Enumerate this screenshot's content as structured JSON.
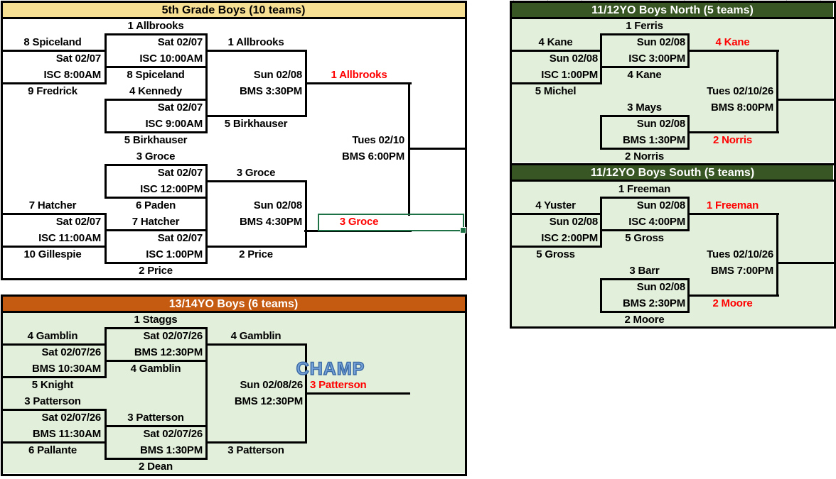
{
  "titles": {
    "g5": "5th Grade Boys (10 teams)",
    "b1314": "13/14YO Boys (6 teams)",
    "n1112": "11/12YO Boys North (5 teams)",
    "s1112": "11/12YO Boys South (5 teams)"
  },
  "g5": {
    "play_in_top": {
      "team1": "8 Spiceland",
      "date": "Sat 02/07",
      "time": "ISC 8:00AM",
      "team2": "9 Fredrick"
    },
    "qf1": {
      "team1": "1 Allbrooks",
      "date": "Sat 02/07",
      "time": "ISC 10:00AM",
      "team2": "8 Spiceland"
    },
    "qf2": {
      "team1": "4 Kennedy",
      "date": "Sat 02/07",
      "time": "ISC 9:00AM",
      "team2": "5 Birkhauser"
    },
    "qf3": {
      "team1": "3 Groce",
      "date": "Sat 02/07",
      "time": "ISC 12:00PM",
      "team2": "6 Paden"
    },
    "play_in_bottom": {
      "team1": "7 Hatcher",
      "date": "Sat 02/07",
      "time": "ISC 11:00AM",
      "team2": "10 Gillespie"
    },
    "qf4": {
      "team1": "7 Hatcher",
      "date": "Sat 02/07",
      "time": "ISC 1:00PM",
      "team2": "2 Price"
    },
    "sf1": {
      "team1": "1 Allbrooks",
      "date": "Sun 02/08",
      "time": "BMS 3:30PM",
      "team2": "5 Birkhauser",
      "winner": "1 Allbrooks"
    },
    "sf2": {
      "team1": "3 Groce",
      "date": "Sun 02/08",
      "time": "BMS 4:30PM",
      "team2": "2 Price",
      "winner": "3 Groce"
    },
    "final": {
      "date": "Tues 02/10",
      "time": "BMS 6:00PM"
    }
  },
  "n1112": {
    "play_in": {
      "team1": "4 Kane",
      "date": "Sun 02/08",
      "time": "ISC 1:00PM",
      "team2": "5 Michel"
    },
    "sf1": {
      "team1": "1 Ferris",
      "date": "Sun 02/08",
      "time": "ISC 3:00PM",
      "team2": "4 Kane",
      "winner": "4 Kane"
    },
    "sf2": {
      "team1": "3 Mays",
      "date": "Sun 02/08",
      "time": "BMS 1:30PM",
      "team2": "2 Norris",
      "winner": "2 Norris"
    },
    "final": {
      "date": "Tues 02/10/26",
      "time": "BMS 8:00PM"
    }
  },
  "s1112": {
    "play_in": {
      "team1": "4 Yuster",
      "date": "Sun 02/08",
      "time": "ISC 2:00PM",
      "team2": "5 Gross"
    },
    "sf1": {
      "team1": "1 Freeman",
      "date": "Sun 02/08",
      "time": "ISC 4:00PM",
      "team2": "5 Gross",
      "winner": "1 Freeman"
    },
    "sf2": {
      "team1": "3 Barr",
      "date": "Sun 02/08",
      "time": "BMS 2:30PM",
      "team2": "2 Moore",
      "winner": "2 Moore"
    },
    "final": {
      "date": "Tues 02/10/26",
      "time": "BMS 7:00PM"
    }
  },
  "b1314": {
    "sf1_left": {
      "team1": "4 Gamblin",
      "date": "Sat 02/07/26",
      "time": "BMS 10:30AM",
      "team2": "5 Knight"
    },
    "sf1": {
      "team1": "1 Staggs",
      "date": "Sat 02/07/26",
      "time": "BMS 12:30PM",
      "team2": "4 Gamblin"
    },
    "sf2_left": {
      "team1": "3 Patterson",
      "date": "Sat 02/07/26",
      "time": "BMS 11:30AM",
      "team2": "6 Pallante"
    },
    "sf2": {
      "team1": "3 Patterson",
      "date": "Sat 02/07/26",
      "time": "BMS 1:30PM",
      "team2": "2 Dean"
    },
    "final": {
      "team1": "4 Gamblin",
      "date": "Sun 02/08/26",
      "time": "BMS 12:30PM",
      "team2": "3 Patterson",
      "winner": "3 Patterson"
    },
    "champ_label": "CHAMP"
  },
  "colors": {
    "g5_header": "#F6DE93",
    "b1314_header": "#C55A11",
    "north_south_header": "#375623",
    "panel_bg": "#E2EFDA",
    "winner_red": "#FF0000",
    "selection_green": "#1E7145",
    "champ_blue": "#7BA7DC"
  }
}
